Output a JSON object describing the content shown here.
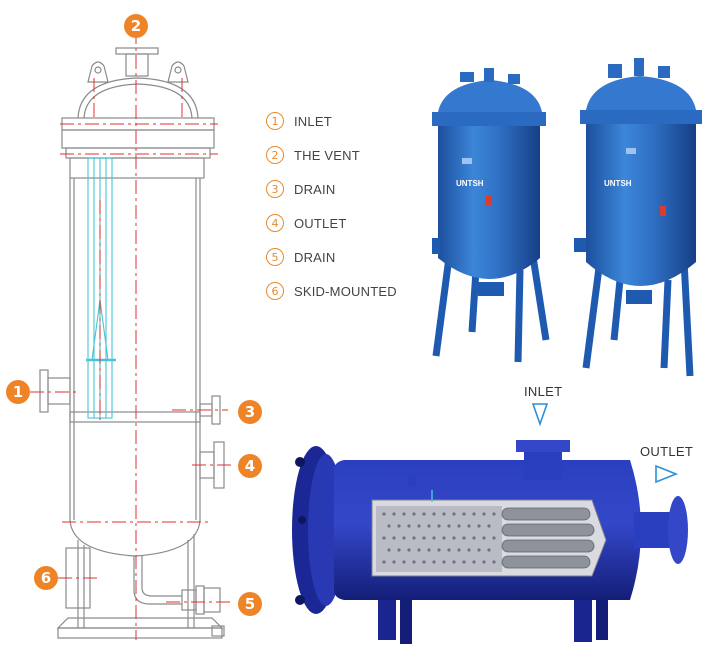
{
  "legend": [
    {
      "num": "1",
      "label": "INLET"
    },
    {
      "num": "2",
      "label": "THE VENT"
    },
    {
      "num": "3",
      "label": "DRAIN"
    },
    {
      "num": "4",
      "label": "OUTLET"
    },
    {
      "num": "5",
      "label": "DRAIN"
    },
    {
      "num": "6",
      "label": "SKID-MOUNTED"
    }
  ],
  "callouts": [
    "1",
    "2",
    "3",
    "4",
    "5",
    "6"
  ],
  "photo_labels": {
    "brand": "UNTSH",
    "inlet": "INLET",
    "outlet": "OUTLET"
  },
  "colors": {
    "accent_orange": "#ef8427",
    "drawing_line": "#888888",
    "centerline_red": "#e0322b",
    "element_cyan": "#47c4d6",
    "vessel_blue": "#2f6fc4",
    "horizontal_blue": "#2233a8"
  }
}
